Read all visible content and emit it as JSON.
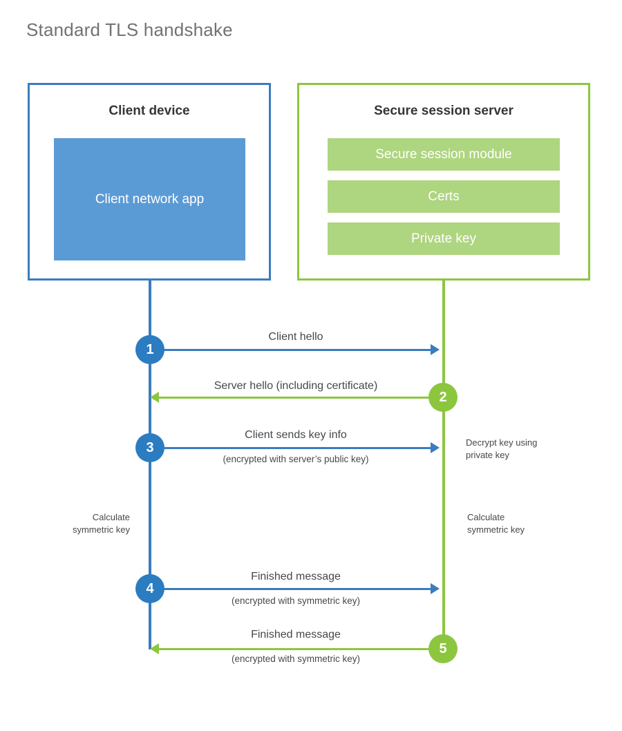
{
  "title": "Standard TLS handshake",
  "client": {
    "box_title": "Client device",
    "app_label": "Client network app",
    "border_color": "#3a7cbe",
    "app_fill_color": "#5b9bd5"
  },
  "server": {
    "box_title": "Secure session server",
    "border_color": "#8cc63f",
    "module_fill_color": "#aed57f",
    "modules": [
      {
        "label": "Secure session module"
      },
      {
        "label": "Certs"
      },
      {
        "label": "Private key"
      }
    ]
  },
  "steps": [
    {
      "number": "1",
      "label": "Client hello",
      "sublabel": "",
      "direction": "client-to-server",
      "color": "#3a7cbe"
    },
    {
      "number": "2",
      "label": "Server hello (including certificate)",
      "sublabel": "",
      "direction": "server-to-client",
      "color": "#8cc63f"
    },
    {
      "number": "3",
      "label": "Client sends key info",
      "sublabel": "(encrypted with server’s public key)",
      "direction": "client-to-server",
      "color": "#3a7cbe"
    },
    {
      "number": "4",
      "label": "Finished message",
      "sublabel": "(encrypted with symmetric key)",
      "direction": "client-to-server",
      "color": "#3a7cbe"
    },
    {
      "number": "5",
      "label": "Finished message",
      "sublabel": "(encrypted with symmetric key)",
      "direction": "server-to-client",
      "color": "#8cc63f"
    }
  ],
  "annotations": {
    "decrypt_key": "Decrypt key using\nprivate key",
    "client_calculate": "Calculate\nsymmetric key",
    "server_calculate": "Calculate\nsymmetric key"
  }
}
